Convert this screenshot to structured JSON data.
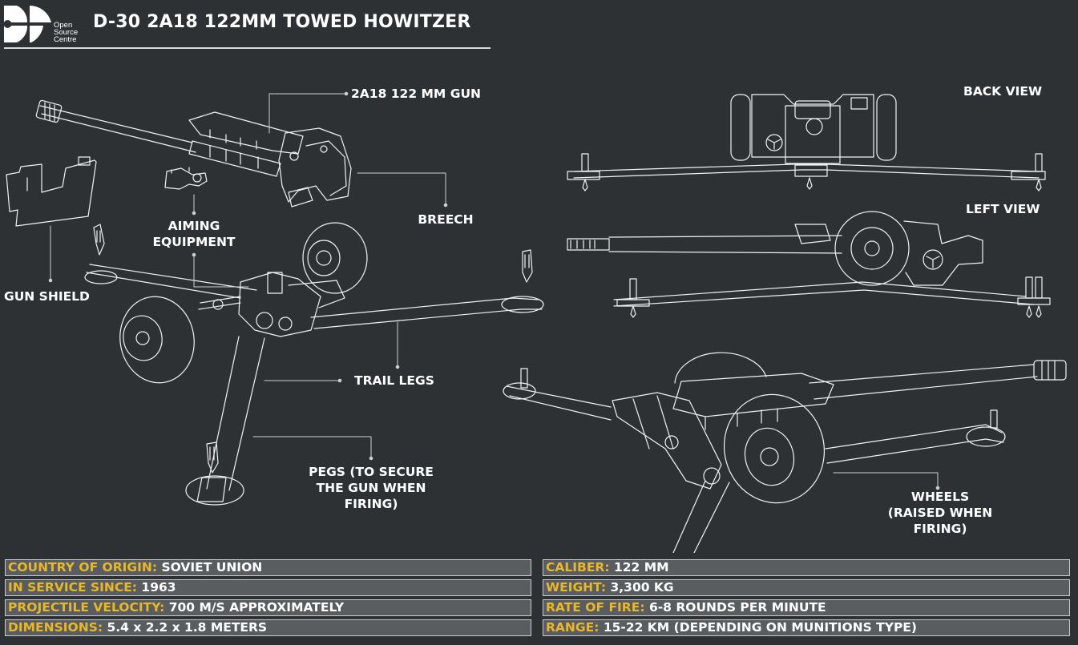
{
  "header": {
    "logo_text": [
      "Open",
      "Source",
      "Centre"
    ],
    "title": "D-30 2A18 122MM TOWED HOWITZER"
  },
  "callouts": {
    "gun": "2A18 122 MM GUN",
    "breech": "BREECH",
    "aiming": [
      "AIMING",
      "EQUIPMENT"
    ],
    "gun_shield": "GUN SHIELD",
    "trail_legs": "TRAIL LEGS",
    "pegs": [
      "PEGS (TO SECURE",
      "THE GUN WHEN",
      "FIRING)"
    ],
    "back_view": "BACK VIEW",
    "left_view": "LEFT VIEW",
    "wheels": [
      "WHEELS",
      "(RAISED WHEN",
      "FIRING)"
    ]
  },
  "specs": {
    "left": [
      {
        "key": "COUNTRY OF ORIGIN:",
        "value": "SOVIET UNION"
      },
      {
        "key": "IN SERVICE SINCE:",
        "value": "1963"
      },
      {
        "key": "PROJECTILE VELOCITY:",
        "value": "700 M/S APPROXIMATELY"
      },
      {
        "key": "DIMENSIONS:",
        "value": "5.4 x 2.2 x 1.8 METERS"
      }
    ],
    "right": [
      {
        "key": "CALIBER:",
        "value": "122 MM"
      },
      {
        "key": "WEIGHT:",
        "value": "3,300 KG"
      },
      {
        "key": "RATE OF FIRE:",
        "value": "6-8 ROUNDS PER MINUTE"
      },
      {
        "key": "RANGE:",
        "value": "15-22 KM (DEPENDING ON MUNITIONS TYPE)"
      }
    ]
  },
  "colors": {
    "background": "#2e3134",
    "spec_box": "#5a5d60",
    "spec_key": "#e8b72c",
    "line_art": "#f2f2f2"
  }
}
